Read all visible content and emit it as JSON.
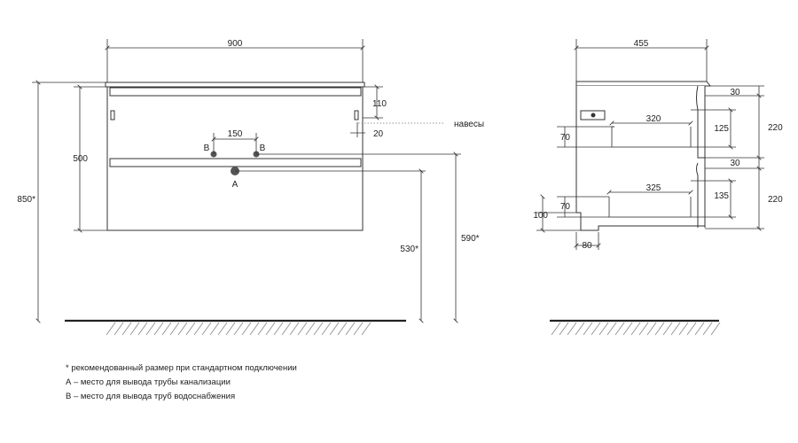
{
  "front_view": {
    "dims": {
      "width": "900",
      "height_total": "850*",
      "height_cabinet": "500",
      "drain_height": "530*",
      "supply_height": "590*",
      "drawer_top_offset": "110",
      "hinge_offset": "20",
      "supply_spacing": "150"
    },
    "points": {
      "supply_left": "B",
      "supply_right": "B",
      "drain": "A"
    }
  },
  "hinge_label": "навесы",
  "side_view": {
    "dims": {
      "depth": "455",
      "drawer1_depth": "320",
      "drawer2_depth": "325",
      "gap_top": "30",
      "gap_mid": "30",
      "drawer1_front": "220",
      "drawer2_front": "220",
      "drawer1_height": "125",
      "drawer2_height": "135",
      "drawer1_offset": "70",
      "drawer2_offset": "70",
      "plinth_height": "100",
      "plinth_depth": "80"
    }
  },
  "notes": [
    "* рекомендованный размер при стандартном подключении",
    "А – место для вывода трубы канализации",
    "В – место для вывода труб водоснабжения"
  ]
}
